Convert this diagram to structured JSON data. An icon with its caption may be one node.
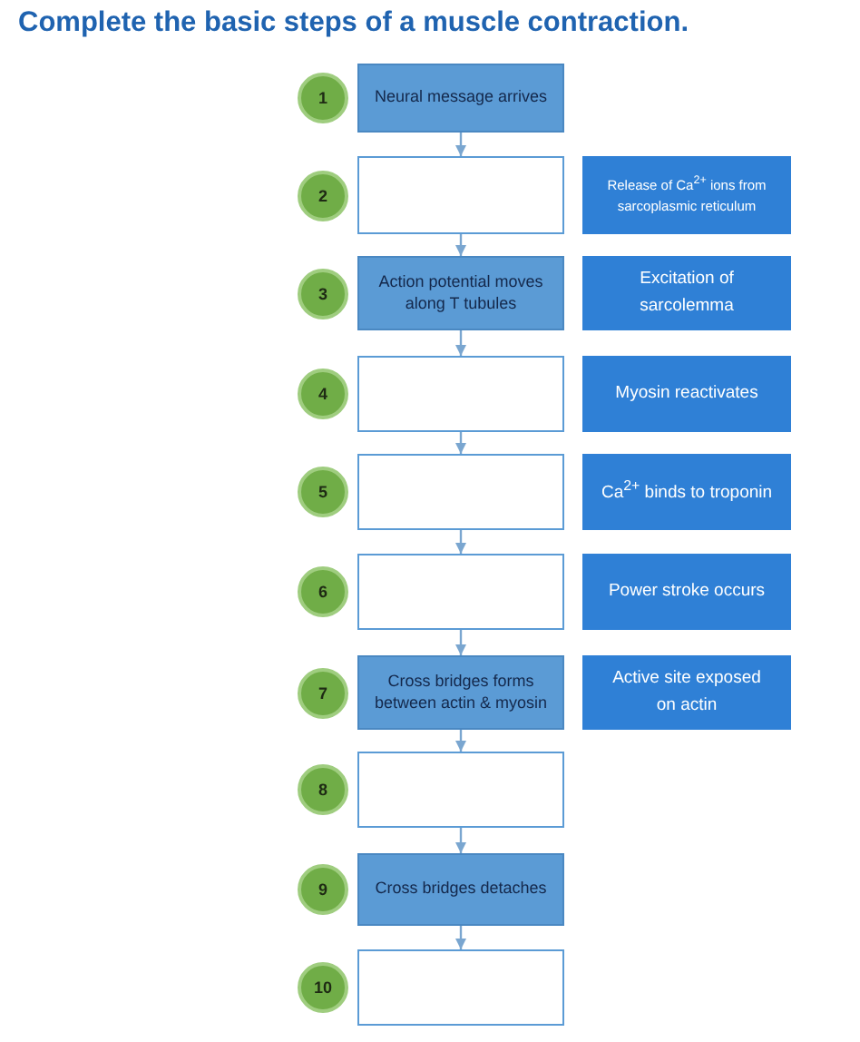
{
  "diagram": {
    "title": "Complete the basic steps of a muscle contraction.",
    "nodes": [
      {
        "text": [
          "1"
        ]
      },
      {
        "text": [
          "Neural message arrives"
        ]
      },
      {
        "text": [
          "2"
        ]
      },
      {
        "text": [],
        "shape": "box"
      },
      {
        "text": [
          "Release of Ca$^{2+}$ ions from sarcoplasmic reticulum"
        ]
      },
      {
        "text": [
          "3"
        ]
      },
      {
        "text": [
          "Action potential moves along T tubules"
        ]
      },
      {
        "text": [
          "Excitation of sarcolemma"
        ]
      },
      {
        "text": [
          "4"
        ]
      },
      {
        "text": [],
        "shape": "box"
      },
      {
        "text": [
          "Myosin reactivates"
        ]
      },
      {
        "text": [
          "5"
        ]
      },
      {
        "text": [],
        "shape": "box"
      },
      {
        "text": [
          "Ca$^{2+}$ binds to troponin"
        ]
      },
      {
        "text": [
          "6"
        ]
      },
      {
        "text": [],
        "shape": "box"
      },
      {
        "text": [
          "Power stroke occurs"
        ]
      },
      {
        "text": [
          "7"
        ]
      },
      {
        "text": [
          "Cross bridges forms between actin & myosin"
        ]
      },
      {
        "text": [
          "Active site exposed on actin"
        ]
      },
      {
        "text": [
          "8"
        ]
      },
      {
        "text": [],
        "shape": "box"
      },
      {
        "text": [
          "9"
        ]
      },
      {
        "text": [
          "Cross bridges detaches"
        ]
      },
      {
        "text": [
          "10"
        ]
      },
      {
        "text": [],
        "shape": "box"
      }
    ],
    "edges": [
      {
        "from": 1,
        "to": 3,
        "arrow": "to"
      },
      {
        "from": 3,
        "to": 6,
        "arrow": "to"
      },
      {
        "from": 6,
        "to": 9,
        "arrow": "to"
      },
      {
        "from": 9,
        "to": 12,
        "arrow": "to"
      },
      {
        "from": 12,
        "to": 15,
        "arrow": "to"
      },
      {
        "from": 15,
        "to": 18,
        "arrow": "to"
      },
      {
        "from": 18,
        "to": 21,
        "arrow": "to"
      },
      {
        "from": 21,
        "to": 23,
        "arrow": "to"
      },
      {
        "from": 23,
        "to": 25,
        "arrow": "to"
      }
    ]
  }
}
